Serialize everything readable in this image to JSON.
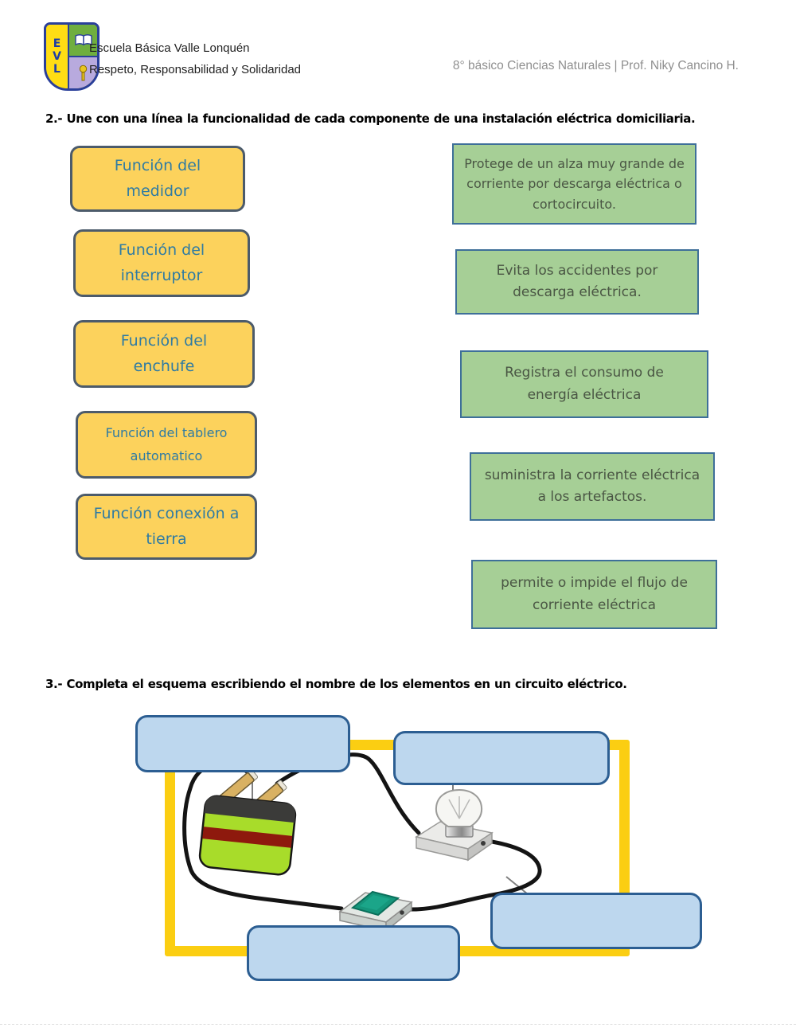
{
  "header": {
    "logo_letters": [
      "E",
      "V",
      "L"
    ],
    "school_name": "Escuela Básica Valle Lonquén",
    "school_motto": "Respeto, Responsabilidad y Solidaridad",
    "course_info": "8° básico Ciencias Naturales | Prof. Niky Cancino H."
  },
  "question2": {
    "prompt": "2.- Une con una línea la  funcionalidad de cada componente de una instalación eléctrica domiciliaria.",
    "components": [
      "Función del medidor",
      "Función del interruptor",
      "Función del enchufe",
      "Función del tablero automatico",
      "Función conexión a tierra"
    ],
    "functions": [
      "Protege de un alza muy grande de corriente por descarga eléctrica o cortocircuito.",
      "Evita los accidentes por descarga eléctrica.",
      "Registra el consumo de energía eléctrica",
      "suministra la corriente eléctrica a los artefactos.",
      "permite o impide el flujo de corriente eléctrica"
    ]
  },
  "question3": {
    "prompt": "3.- Completa el esquema  escribiendo el nombre de los elementos en un circuito eléctrico.",
    "answer_boxes": [
      "",
      "",
      "",
      ""
    ]
  },
  "colors": {
    "component_box_fill": "#fcd25c",
    "component_box_text": "#2f7ba3",
    "function_box_fill": "#a6cf96",
    "function_box_border": "#3e6f99",
    "answer_box_fill": "#bdd7ee",
    "answer_box_border": "#2c5e92",
    "circuit_frame": "#fbce12",
    "battery_body": "#a8dc2a",
    "wire": "#141414"
  }
}
